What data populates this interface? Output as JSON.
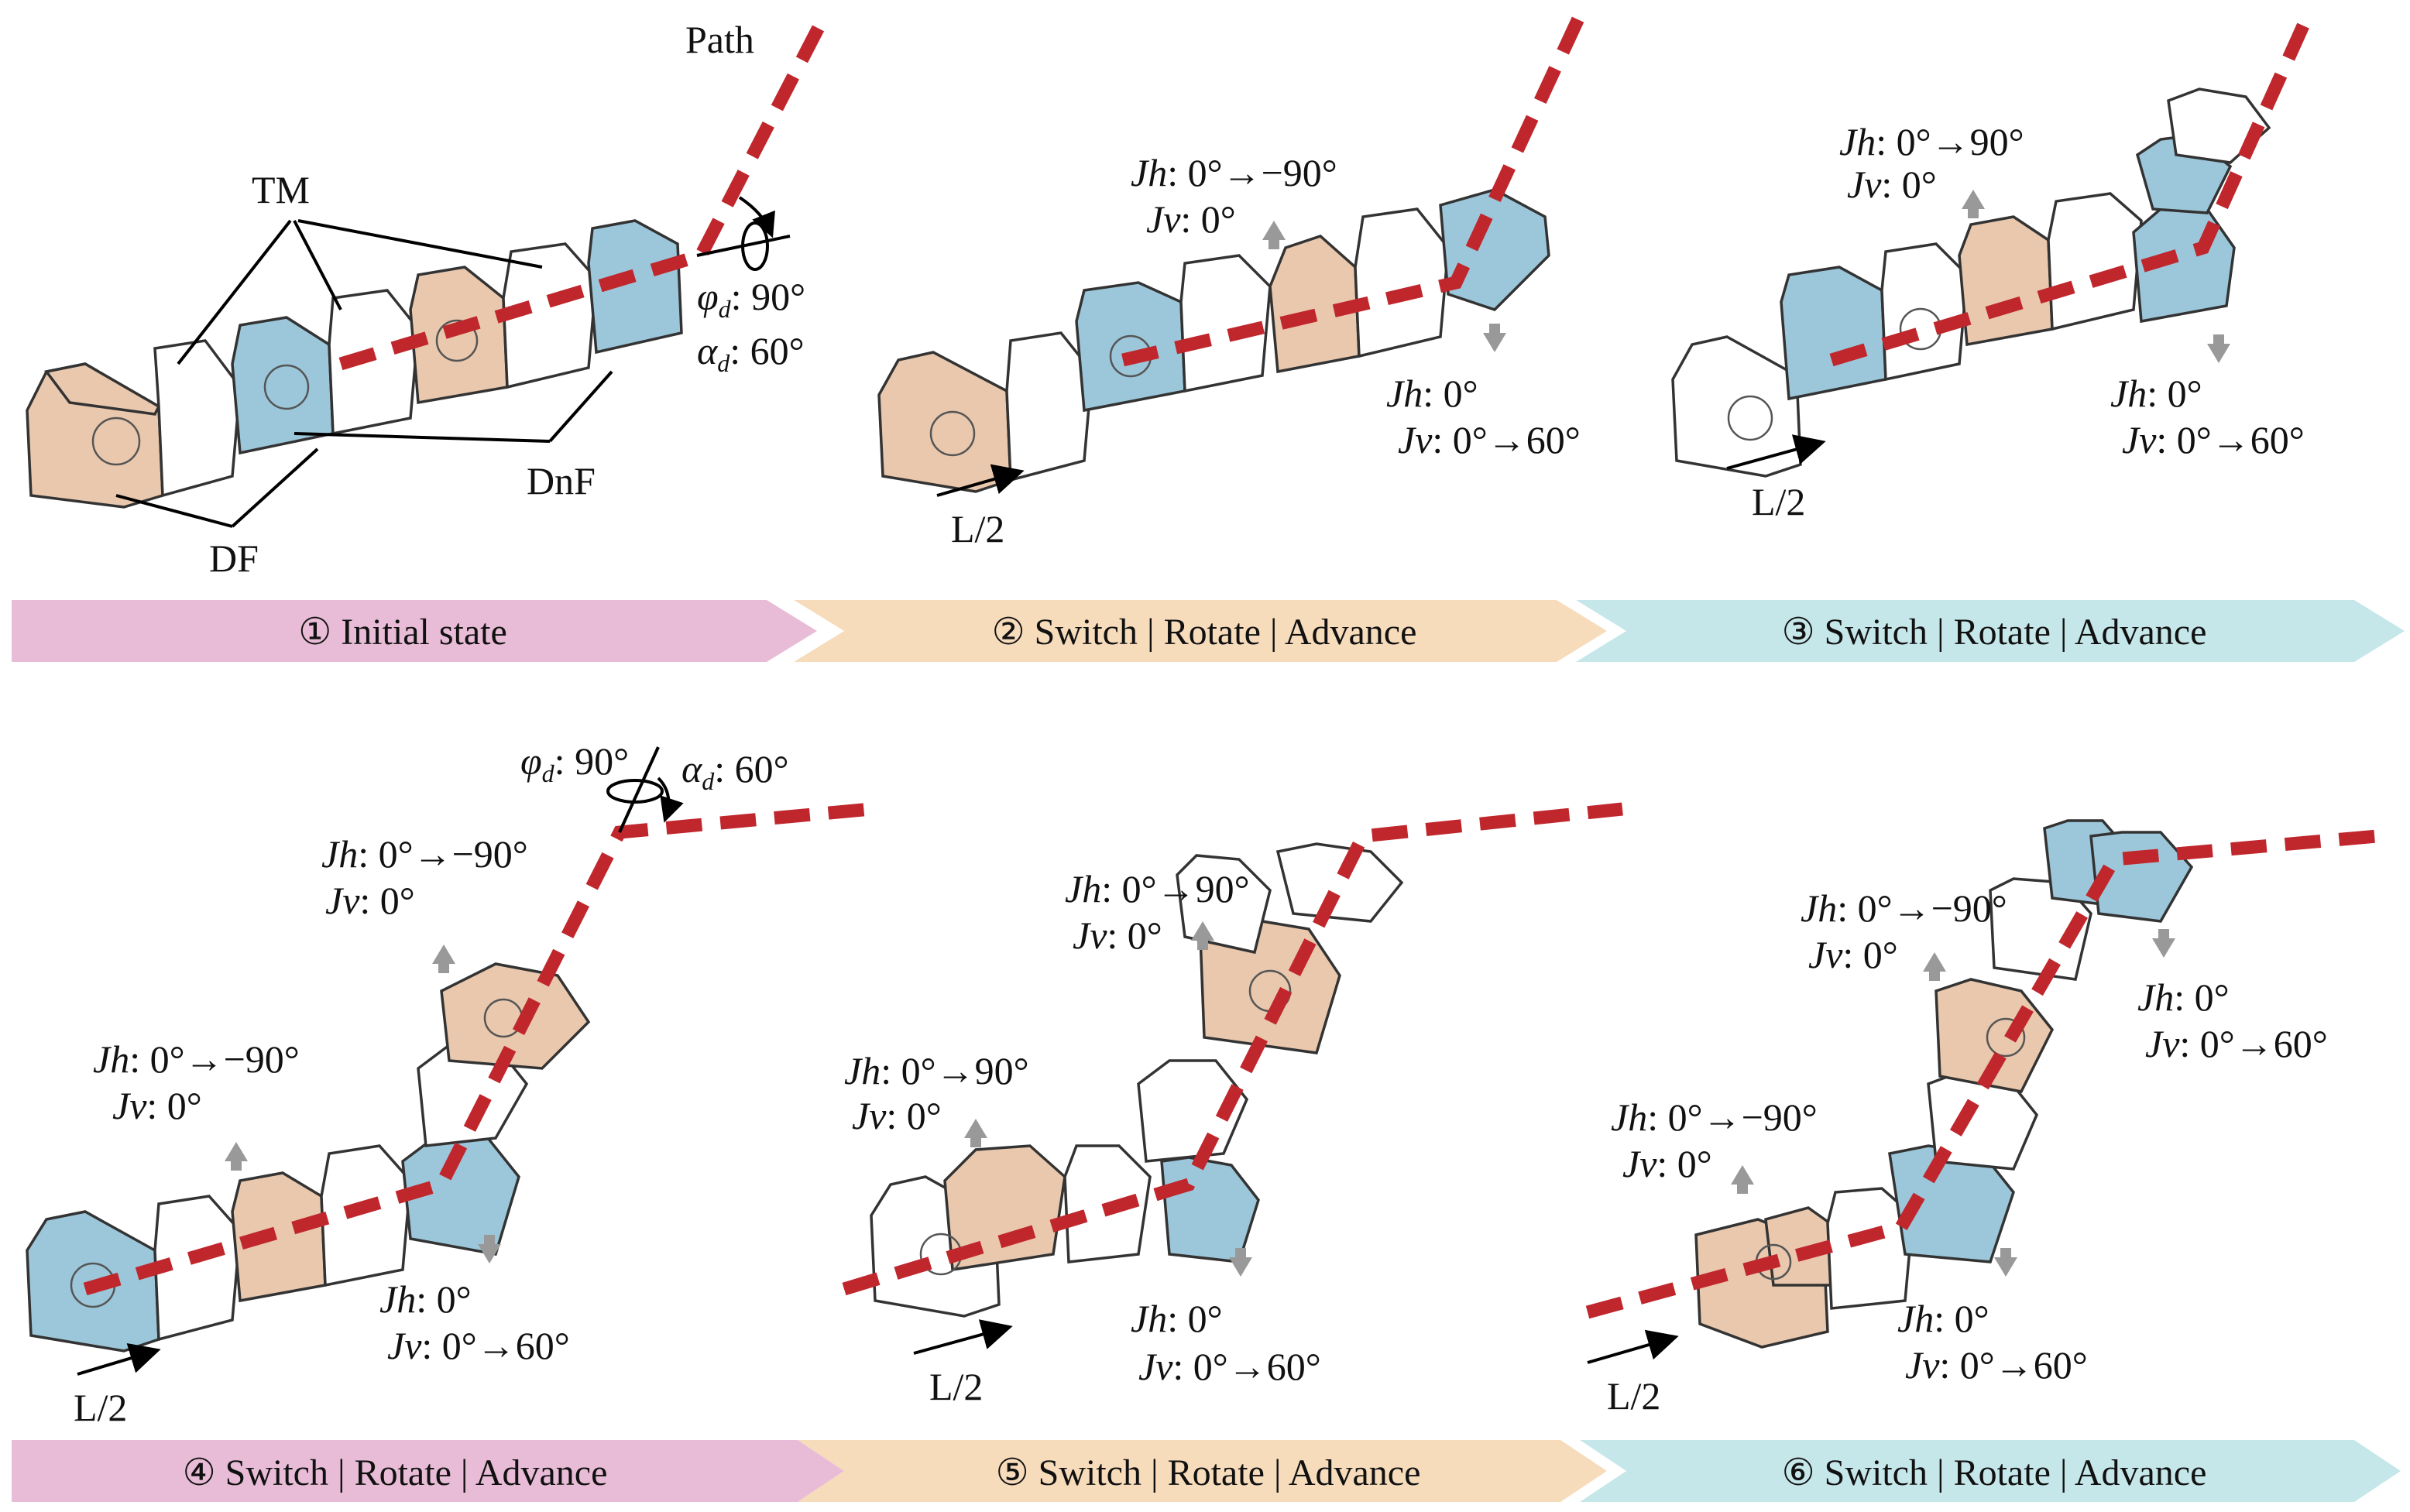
{
  "colors": {
    "path_red": "#c0272d",
    "module_orange": "#e9c8ad",
    "module_blue": "#9cc7da",
    "module_white": "#ffffff",
    "banner_pink": "#e8bcd6",
    "banner_peach": "#f7dcbc",
    "banner_cyan": "#c6e7ea",
    "hint_arrow_gray": "#999999"
  },
  "labels": {
    "path": "Path",
    "tm": "TM",
    "df": "DF",
    "dnf": "DnF",
    "l_half": "L/2",
    "phi_sym": "φ",
    "alpha_sym": "α",
    "sub_d": "d",
    "phi_val": ": 90°",
    "alpha_val": ": 60°",
    "jh_sym": "Jh",
    "jv_sym": "Jv",
    "jh_to_m90": ": 0°→−90°",
    "jh_to_p90": ": 0°→90°",
    "j_zero": ": 0°",
    "jv_to_60": ": 0°→60°"
  },
  "banners": [
    {
      "num": "①",
      "text": "Initial state"
    },
    {
      "num": "②",
      "text": "Switch | Rotate | Advance"
    },
    {
      "num": "③",
      "text": "Switch | Rotate | Advance"
    },
    {
      "num": "④",
      "text": "Switch | Rotate | Advance"
    },
    {
      "num": "⑤",
      "text": "Switch | Rotate | Advance"
    },
    {
      "num": "⑥",
      "text": "Switch | Rotate | Advance"
    }
  ]
}
